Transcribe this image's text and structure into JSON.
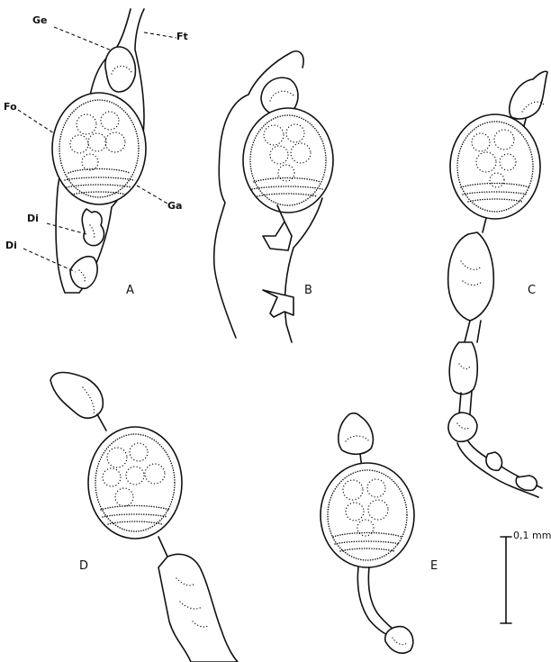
{
  "labels": {
    "ge": "Ge",
    "ft": "Ft",
    "fo": "Fo",
    "ga": "Ga",
    "di1": "Di",
    "di2": "Di"
  },
  "panels": [
    "A",
    "B",
    "C",
    "D",
    "E"
  ],
  "scale_bar": "0,1 mm"
}
